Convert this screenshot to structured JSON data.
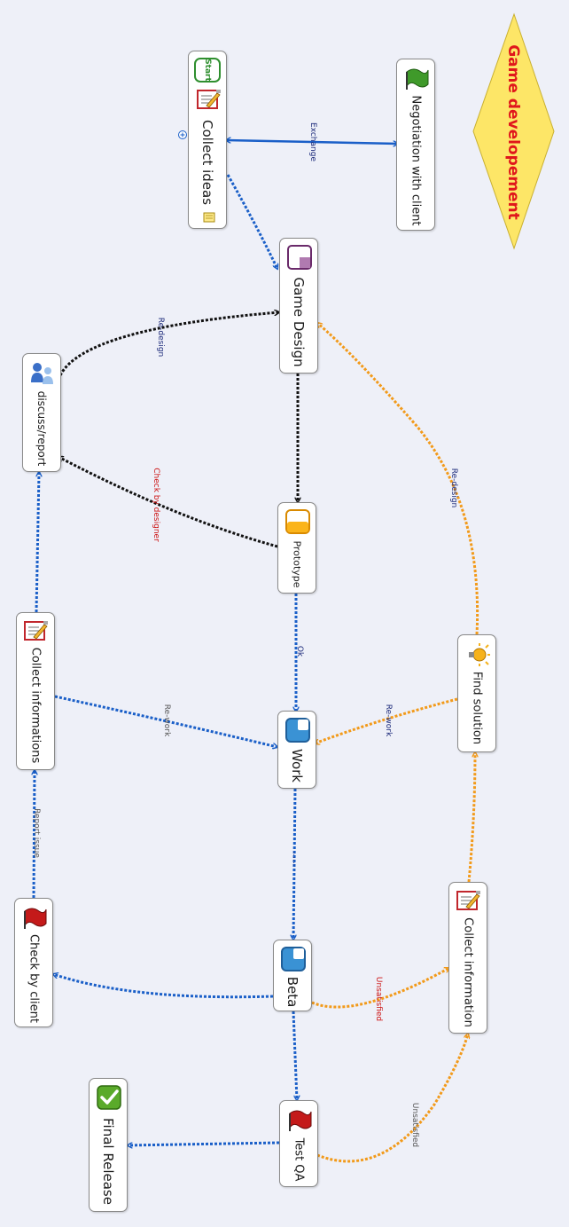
{
  "title": "Game developement",
  "nodes": {
    "collect_ideas": "Collect ideas",
    "start_badge": "Start",
    "negotiation": "Negotiation with client",
    "game_design": "Game Design",
    "prototype": "Prototype",
    "discuss_report": "discuss/report",
    "collect_informations": "Collect informations",
    "work": "Work",
    "find_solution": "Find solution",
    "check_by_client": "Check by client",
    "beta": "Beta",
    "collect_information": "Collect information",
    "test_qa": "Test QA",
    "final_release": "Final Release"
  },
  "edge_labels": {
    "exchange": "Exchange",
    "redesign_top": "Re-design",
    "check_by_designer": "Check by designer",
    "redesign_right": "Re-design",
    "ok": "Ok",
    "rework_left": "Re-work",
    "rework_right": "Re-work",
    "dots": "......",
    "report_issue": "Report issue",
    "unsatisfied_beta": "Unsatisfied",
    "unsatisfied_qa": "Unsatisfied"
  },
  "colors": {
    "blue": "#1a5fc8",
    "black": "#111111",
    "orange": "#f29a1a",
    "title_red": "#e0161b",
    "diamond_fill": "#fde667",
    "label_navy": "#1c2a7a",
    "label_red": "#cc1111",
    "label_gray": "#555555"
  }
}
